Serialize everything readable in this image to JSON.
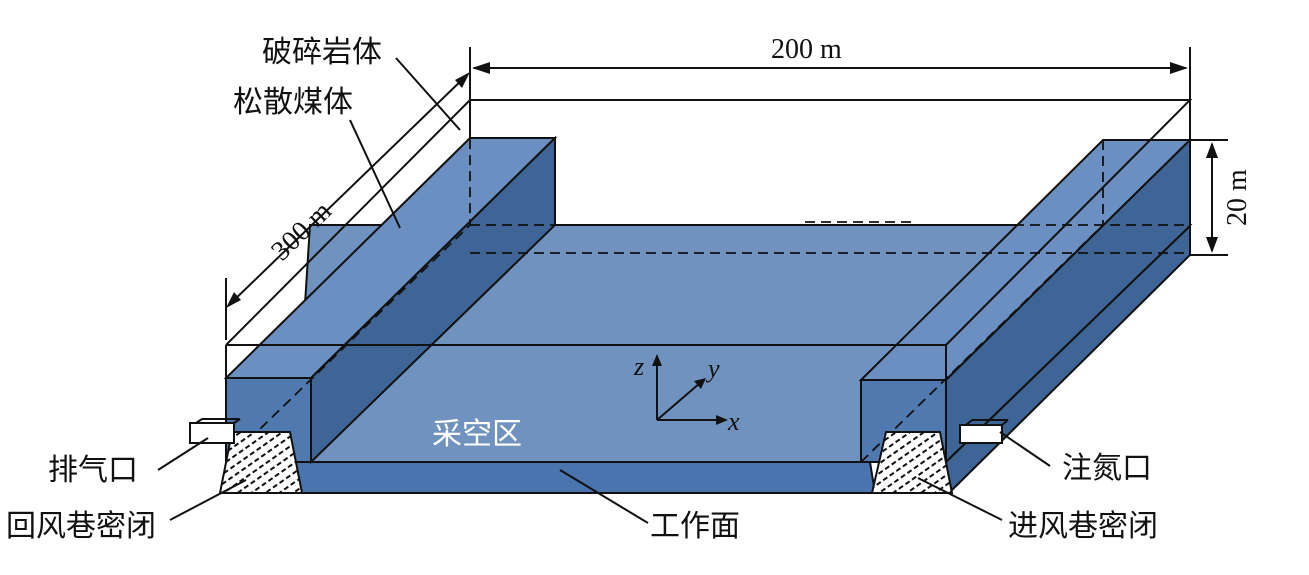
{
  "labels": {
    "broken_rock": "破碎岩体",
    "loose_coal": "松散煤体",
    "goaf": "采空区",
    "exhaust_port": "排气口",
    "return_seal": "回风巷密闭",
    "working_face": "工作面",
    "intake_seal": "进风巷密闭",
    "nitrogen_port": "注氮口"
  },
  "dimensions": {
    "width": "200 m",
    "length": "300 m",
    "height": "20 m"
  },
  "axes": {
    "x": "x",
    "y": "y",
    "z": "z"
  },
  "colors": {
    "pillar_top": "#6a8fc0",
    "pillar_side": "#3e6595",
    "floor": "#7092bf",
    "face_band": "#4a74ad",
    "seal_fill": "#ffffff",
    "outline": "#111111"
  }
}
